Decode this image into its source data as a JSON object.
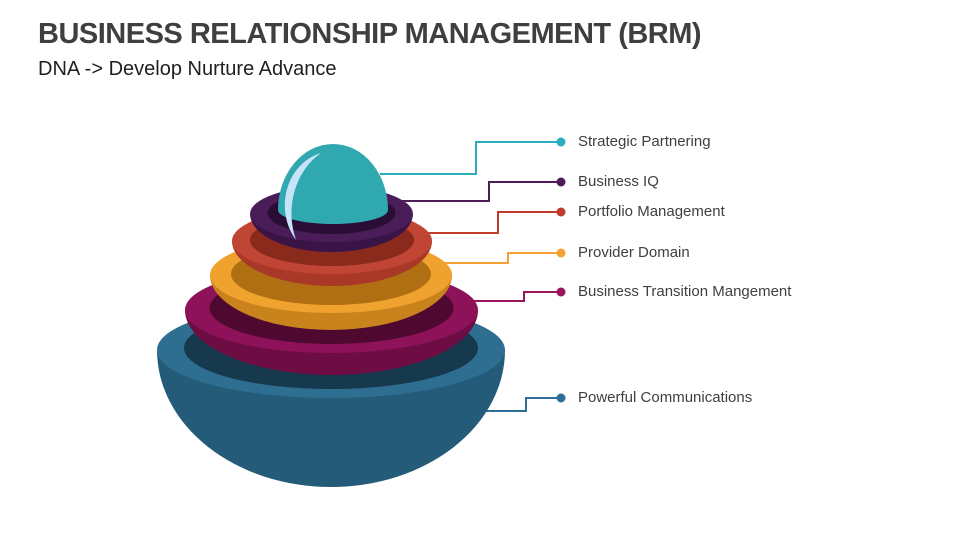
{
  "slide": {
    "title": "BUSINESS RELATIONSHIP MANAGEMENT (BRM)",
    "subtitle": "DNA -> Develop Nurture Advance"
  },
  "diagram": {
    "kind": "nested-bowls",
    "layers": [
      {
        "label": "Strategic Partnering",
        "color_main": "#2FA8B0",
        "color_highlight": "#C6E3F7",
        "line_color": "#2AAEBE"
      },
      {
        "label": "Business IQ",
        "color_main": "#4A1D58",
        "color_dark": "#3A1347",
        "color_hole": "#2A0D35",
        "line_color": "#4F1B59"
      },
      {
        "label": "Portfolio Management",
        "color_main": "#C14534",
        "color_dark": "#A93828",
        "color_hole": "#8A2A1D",
        "line_color": "#C23A2B"
      },
      {
        "label": "Provider Domain",
        "color_main": "#F0A22E",
        "color_dark": "#C8831C",
        "color_hole": "#B06F12",
        "line_color": "#F5A133"
      },
      {
        "label": "Business Transition Mangement",
        "color_main": "#8E125A",
        "color_dark": "#6E0D44",
        "color_hole": "#4F0830",
        "line_color": "#9C1459"
      },
      {
        "label": "Powerful Communications",
        "color_main": "#2E6E90",
        "color_dark": "#245B78",
        "color_hole": "#16394E",
        "line_color": "#2E6E99"
      }
    ]
  }
}
